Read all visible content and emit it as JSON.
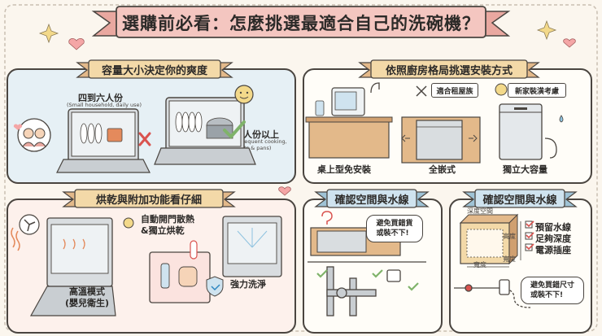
{
  "title": "選購前必看：怎麼挑選最適合自己的洗碗機？",
  "panels": {
    "capacity": {
      "ribbon": "容量大小決定你的爽度",
      "small_label": "四到六人份",
      "small_sub": "(Small household, daily use)",
      "large_label": "十人份以上",
      "large_sub": "(Frequent cooking, pots & pans)"
    },
    "layout": {
      "ribbon": "依照廚房格局挑選安裝方式",
      "countertop": "桌上型免安裝",
      "builtin": "全嵌式",
      "freestanding": "獨立大容量",
      "tag_rental": "適合租屋族",
      "tag_renovation": "新家裝潢考慮"
    },
    "drying": {
      "ribbon": "烘乾與附加功能看仔細",
      "auto_open": "自動開門散熱\n&獨立烘乾",
      "high_temp": "高溫模式\n(嬰兒衛生)",
      "strong_wash": "強力洗淨"
    },
    "space_water": {
      "ribbon": "確認空間與水線",
      "bubble": "避免買錯貨\n或裝不下!"
    },
    "checklist": {
      "ribbon": "確認空間與水線",
      "depth_space": "深度空間",
      "height": "高度",
      "width": "寬度",
      "width2": "寬度",
      "items": [
        "預留水線",
        "足夠深度",
        "電源插座"
      ],
      "bubble": "避免買錯尺寸\n或裝不下!"
    }
  },
  "colors": {
    "pink": "#f4c6c0",
    "blue": "#cfe3ef",
    "yellow": "#f3d98a",
    "green": "#7fb36a",
    "red": "#d9534f"
  }
}
